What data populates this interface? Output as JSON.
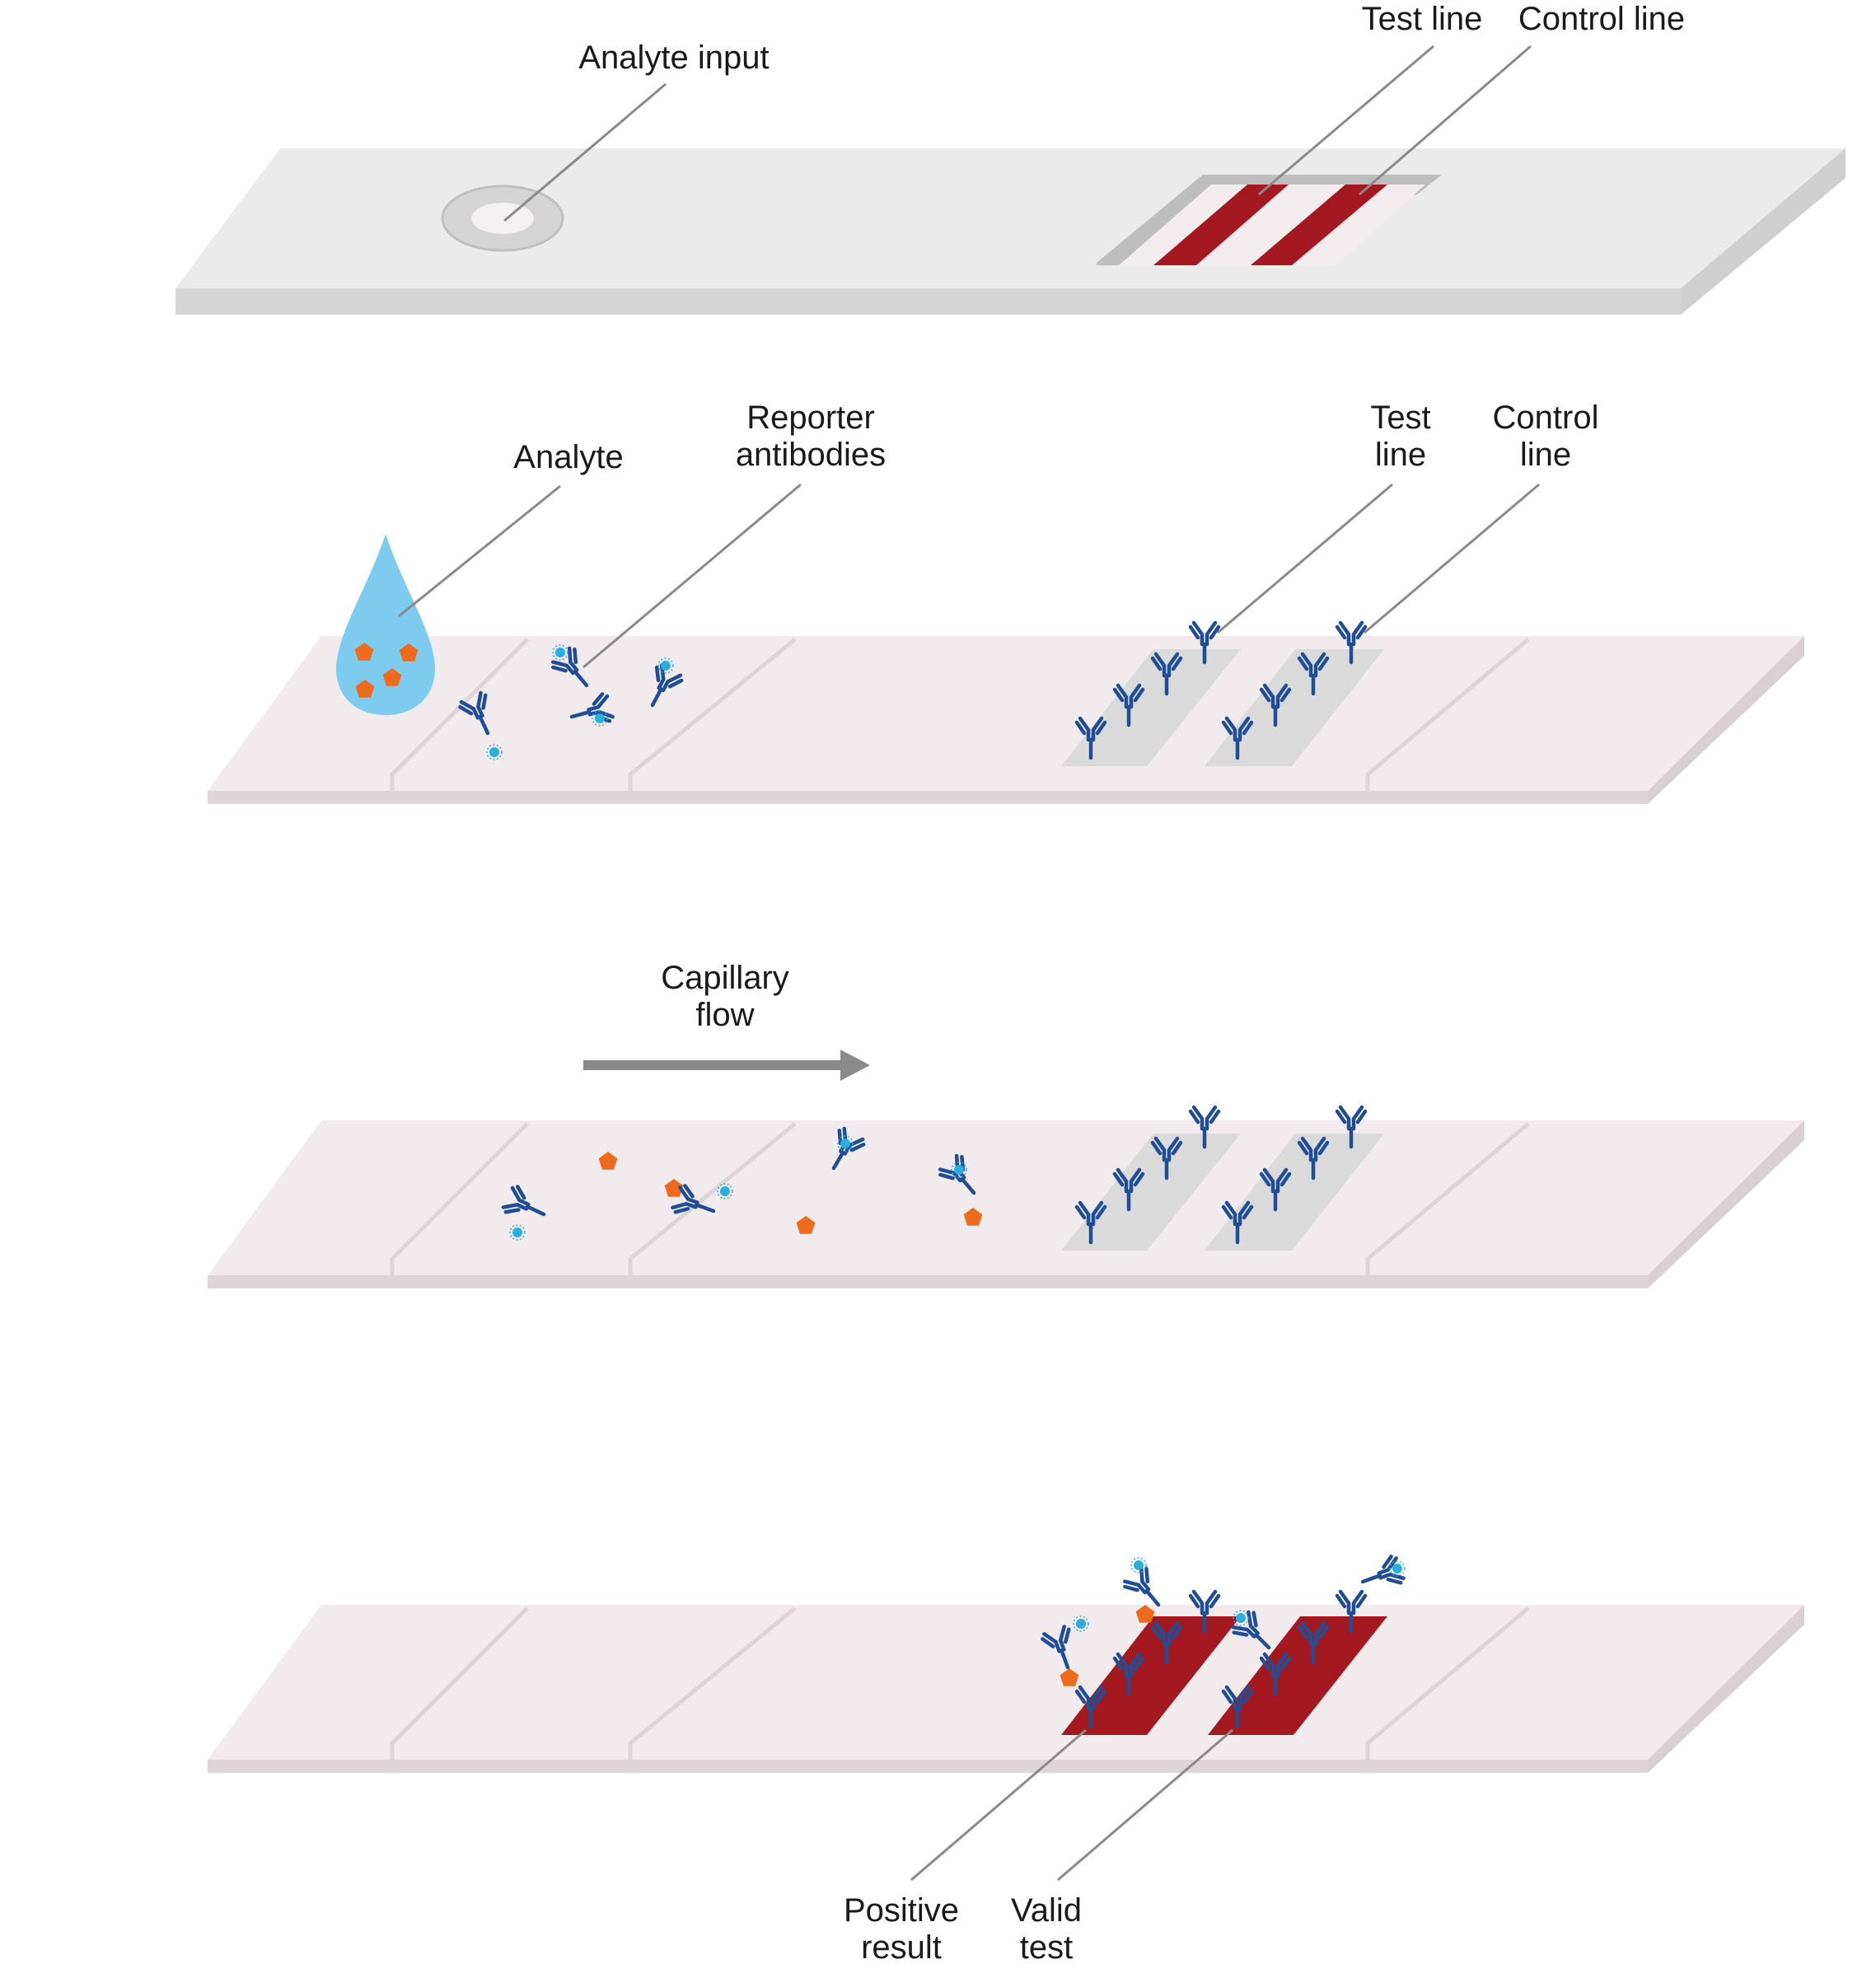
{
  "labels": {
    "analyte_input": "Analyte input",
    "test_line_top": "Test line",
    "control_line_top": "Control line",
    "analyte": "Analyte",
    "reporter_1": "Reporter",
    "reporter_2": "antibodies",
    "test_1": "Test",
    "test_2": "line",
    "control_1": "Control",
    "control_2": "line",
    "capillary_1": "Capillary",
    "capillary_2": "flow",
    "positive_1": "Positive",
    "positive_2": "result",
    "valid_1": "Valid",
    "valid_2": "test"
  },
  "colors": {
    "antibody": "#1f4e96",
    "reporter_tag": "#29aee0",
    "analyte": "#ee6a1c",
    "result_line": "#a3191f",
    "drop": "#7dcbef",
    "cassette": "#e6e6e6",
    "strip": "#f1ebed"
  }
}
